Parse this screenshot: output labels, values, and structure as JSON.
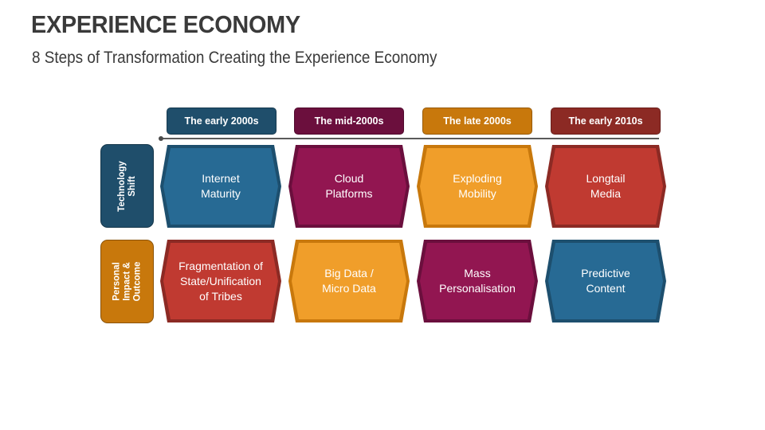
{
  "header": {
    "title": "EXPERIENCE ECONOMY",
    "subtitle": "8 Steps of Transformation Creating the Experience Economy"
  },
  "timeline": {
    "periods": [
      {
        "label": "The early 2000s",
        "color": "#1f4e6b"
      },
      {
        "label": "The mid-2000s",
        "color": "#6b0f3d"
      },
      {
        "label": "The late 2000s",
        "color": "#c8780c"
      },
      {
        "label": "The early 2010s",
        "color": "#8c2a24"
      }
    ]
  },
  "rows": [
    {
      "label": "Technology\nShift",
      "color": "#1f4e6b",
      "steps": [
        {
          "text": "Internet\nMaturity",
          "fill": "#276a94",
          "frame": "#1d4f6e"
        },
        {
          "text": "Cloud\nPlatforms",
          "fill": "#921651",
          "frame": "#6b0f3d"
        },
        {
          "text": "Exploding\nMobility",
          "fill": "#f09e2a",
          "frame": "#c8780c"
        },
        {
          "text": "Longtail\nMedia",
          "fill": "#c03a31",
          "frame": "#8c2a24"
        }
      ]
    },
    {
      "label": "Personal\nImpact &\nOutcome",
      "color": "#c8780c",
      "steps": [
        {
          "text": "Fragmentation of\nState/Unification\nof Tribes",
          "fill": "#c03a31",
          "frame": "#8c2a24"
        },
        {
          "text": "Big Data /\nMicro Data",
          "fill": "#f09e2a",
          "frame": "#c8780c"
        },
        {
          "text": "Mass\nPersonalisation",
          "fill": "#921651",
          "frame": "#6b0f3d"
        },
        {
          "text": "Predictive\nContent",
          "fill": "#276a94",
          "frame": "#1d4f6e"
        }
      ]
    }
  ]
}
